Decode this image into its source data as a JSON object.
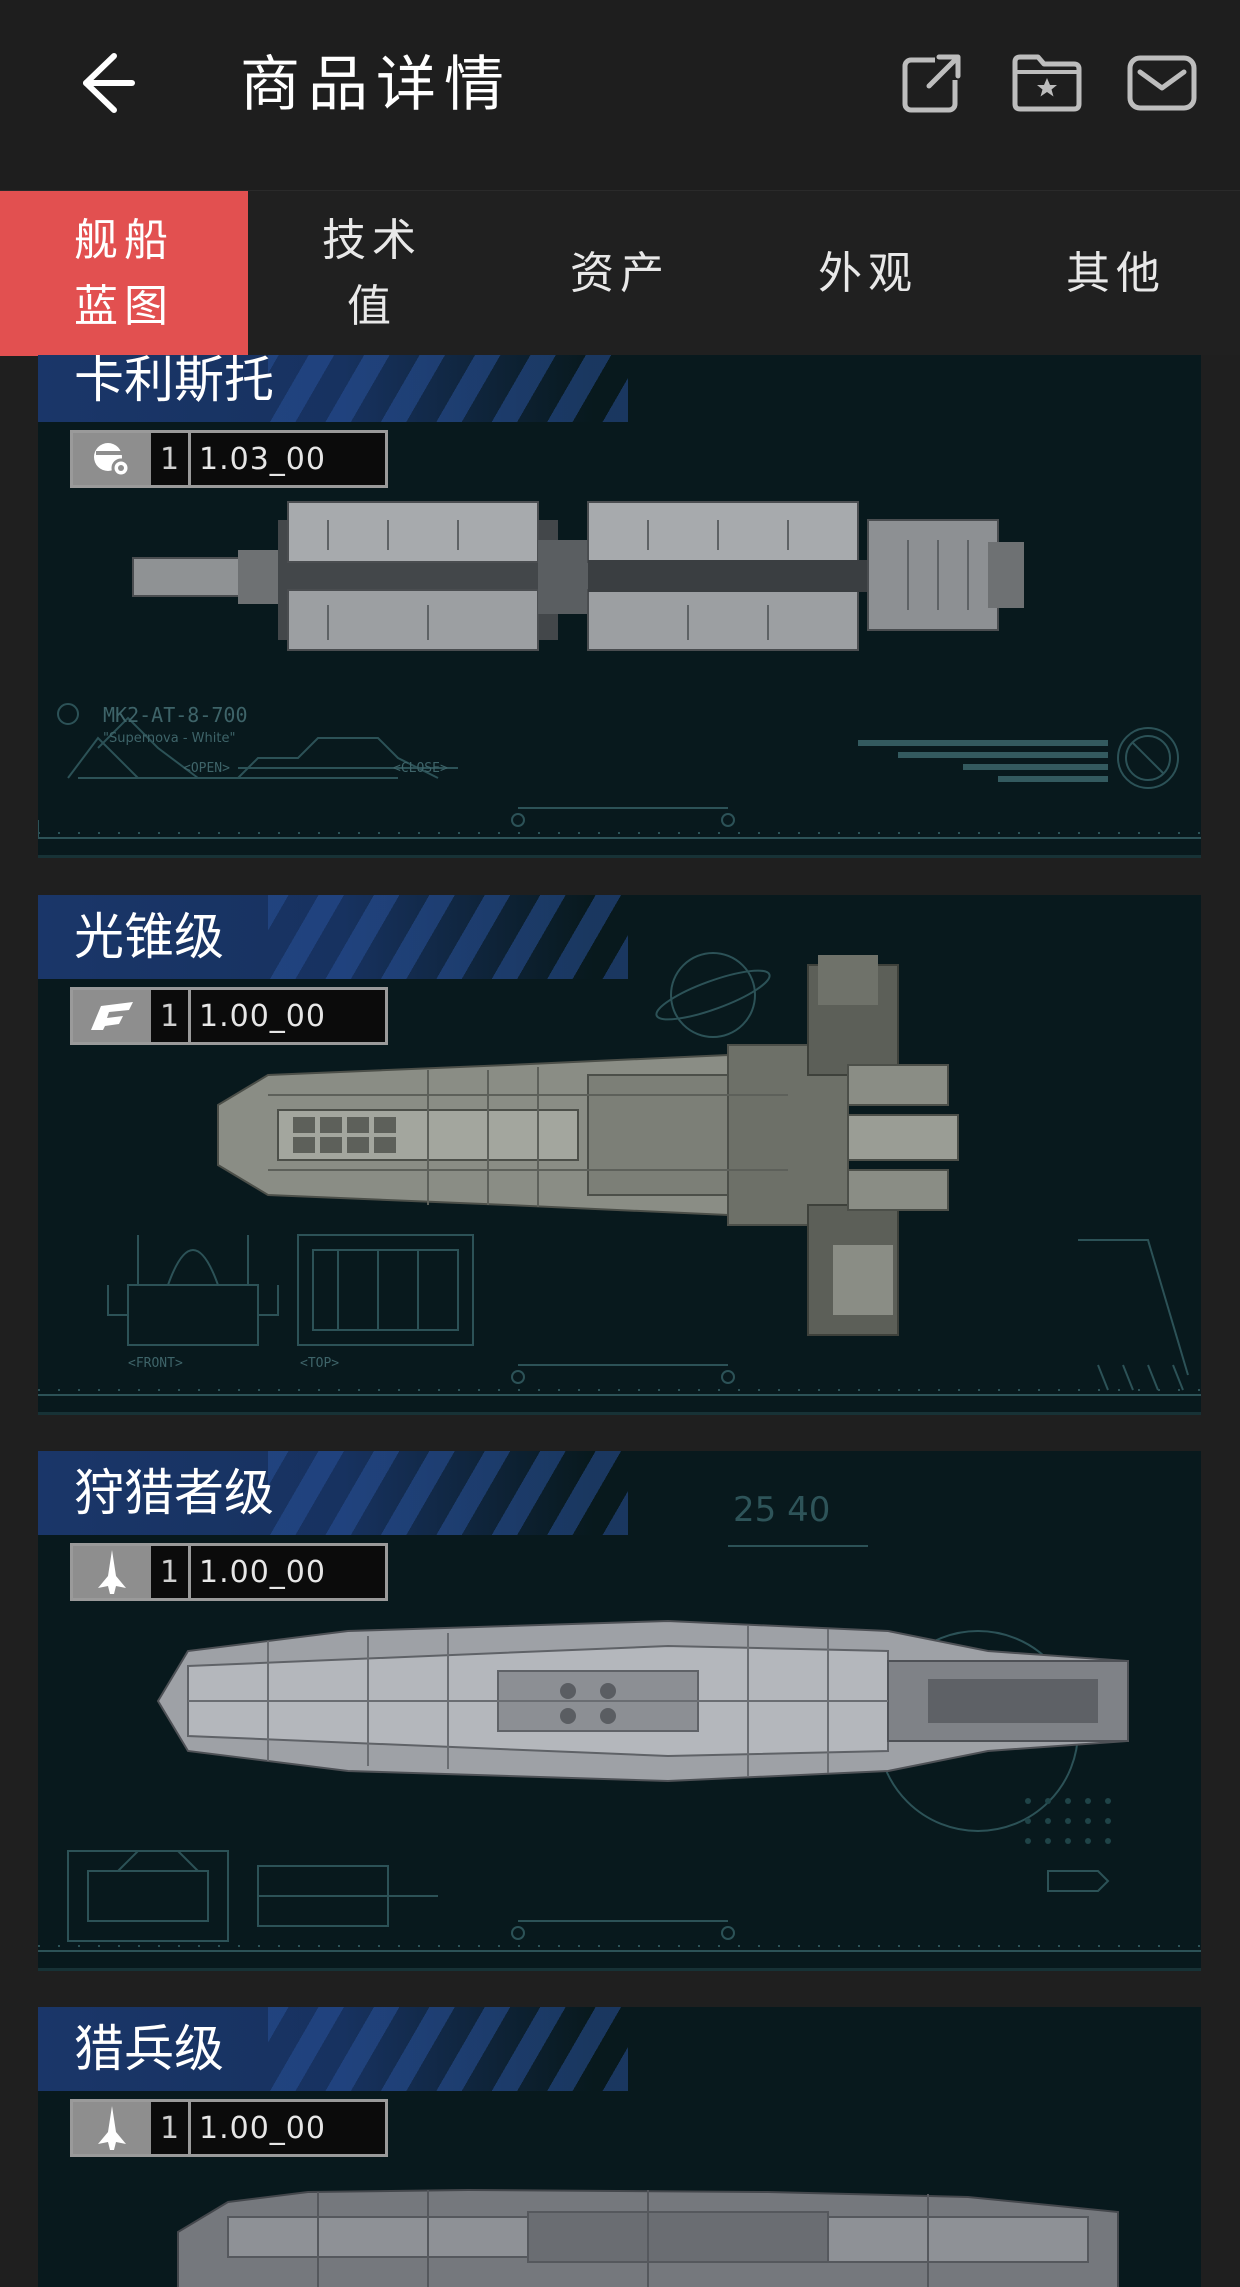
{
  "header": {
    "title": "商品详情",
    "back_icon": "back-arrow-icon",
    "actions": [
      "share-icon",
      "folder-star-icon",
      "mail-icon"
    ]
  },
  "tabs": [
    {
      "label": "舰船蓝图",
      "active": true
    },
    {
      "label": "技术值",
      "active": false
    },
    {
      "label": "资产",
      "active": false
    },
    {
      "label": "外观",
      "active": false
    },
    {
      "label": "其他",
      "active": false
    }
  ],
  "colors": {
    "accent": "#e25050",
    "card_bg": "#08191d",
    "banner": "#1a3669"
  },
  "ships": [
    {
      "name": "卡利斯托",
      "type_icon": "gear-planet-icon",
      "count": "1",
      "version": "1.03_00"
    },
    {
      "name": "光锥级",
      "type_icon": "wing-icon",
      "count": "1",
      "version": "1.00_00"
    },
    {
      "name": "狩猎者级",
      "type_icon": "rocket-icon",
      "count": "1",
      "version": "1.00_00"
    },
    {
      "name": "猎兵级",
      "type_icon": "rocket-icon",
      "count": "1",
      "version": "1.00_00"
    }
  ],
  "card_1_marks": {
    "code": "MK2-AT-8-700",
    "subtitle": "\"Supernova - White\"",
    "open": "<OPEN>",
    "close": "<CLOSE>"
  },
  "card_2_marks": {
    "front": "<FRONT>",
    "top": "<TOP>"
  },
  "card_3_marks": {
    "numbers": "25 40"
  }
}
